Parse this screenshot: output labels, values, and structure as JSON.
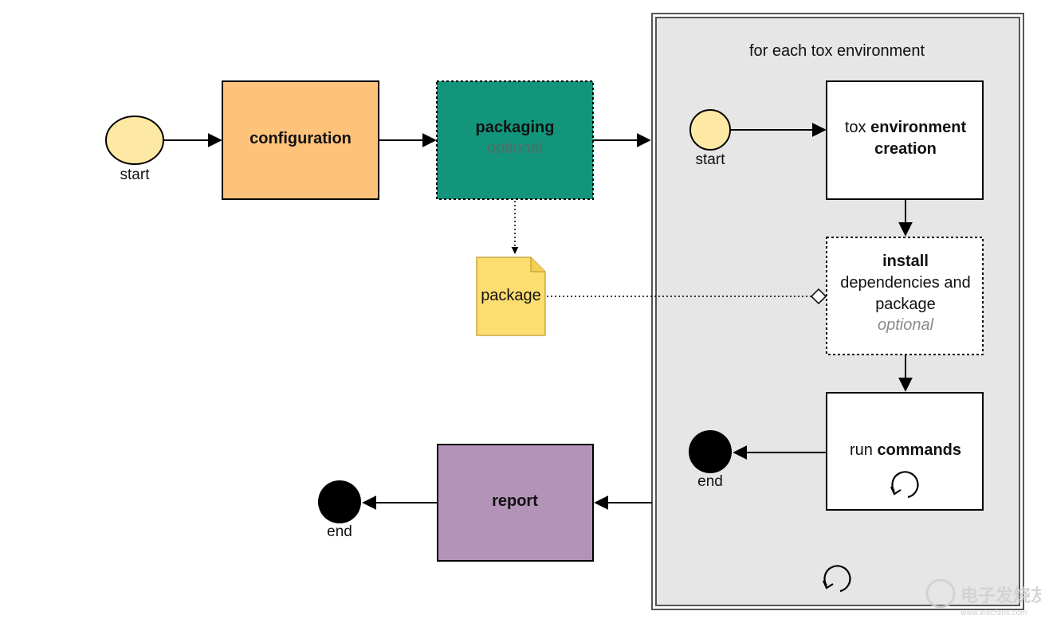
{
  "loop_container": {
    "title": "for each tox environment"
  },
  "nodes": {
    "start_main": {
      "label": "start"
    },
    "configuration": {
      "label": "configuration"
    },
    "packaging": {
      "label": "packaging",
      "note": "optional"
    },
    "package_artifact": {
      "label": "package"
    },
    "start_inner": {
      "label": "start"
    },
    "env_creation": {
      "label_prefix": "tox ",
      "label_bold_1": "environment",
      "label_bold_2": "creation"
    },
    "install": {
      "label_bold": "install",
      "line2": "dependencies and",
      "line3": "package",
      "note": "optional"
    },
    "run_commands": {
      "label_prefix": "run ",
      "label_bold": "commands"
    },
    "end_inner": {
      "label": "end"
    },
    "report": {
      "label": "report"
    },
    "end_main": {
      "label": "end"
    }
  },
  "icons": {
    "loop_inner": "loop-arrow-icon",
    "loop_outer": "loop-arrow-icon"
  },
  "watermark": {
    "text": "电子发烧友",
    "subtext": "www.elecfans.com"
  },
  "colors": {
    "start_fill": "#fde9a4",
    "configuration_fill": "#fdc37a",
    "packaging_fill": "#13957c",
    "package_fill": "#fddd70",
    "report_fill": "#b493b8",
    "container_fill": "#e6e6e6",
    "end_fill": "#000000"
  }
}
